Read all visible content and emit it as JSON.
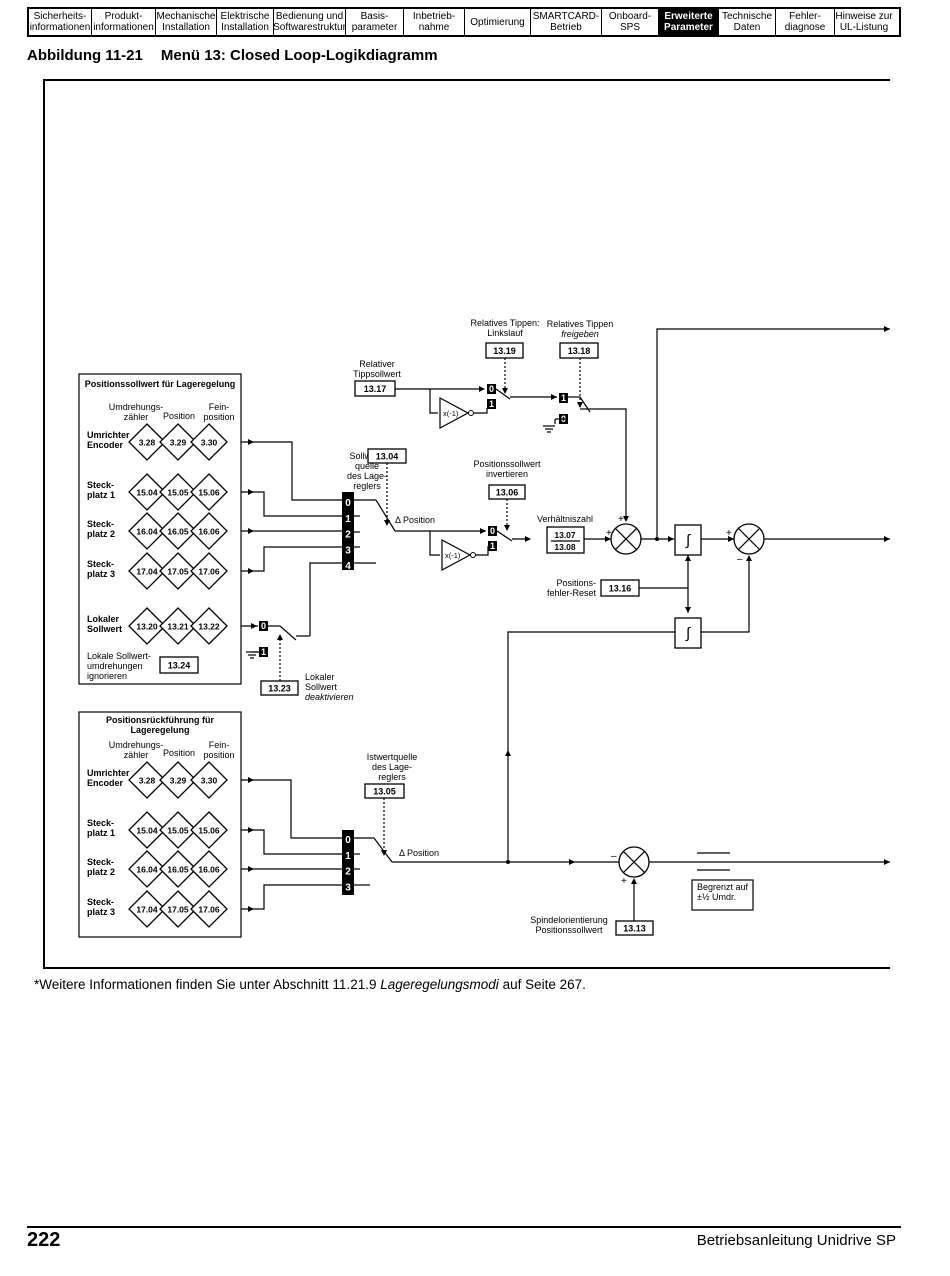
{
  "tabs": [
    {
      "label": "Sicherheits-\ninformationen",
      "active": false
    },
    {
      "label": "Produkt-\ninformationen",
      "active": false
    },
    {
      "label": "Mechanische\nInstallation",
      "active": false
    },
    {
      "label": "Elektrische\nInstallation",
      "active": false
    },
    {
      "label": "Bedienung und\nSoftwarestruktur",
      "active": false
    },
    {
      "label": "Basis-\nparameter",
      "active": false
    },
    {
      "label": "Inbetrieb-\nnahme",
      "active": false
    },
    {
      "label": "Optimierung",
      "active": false
    },
    {
      "label": "SMARTCARD-\nBetrieb",
      "active": false
    },
    {
      "label": "Onboard-\nSPS",
      "active": false
    },
    {
      "label": "Erweiterte\nParameter",
      "active": true
    },
    {
      "label": "Technische\nDaten",
      "active": false
    },
    {
      "label": "Fehler-\ndiagnose",
      "active": false
    },
    {
      "label": "Hinweise zur\nUL-Listung",
      "active": false
    }
  ],
  "figure": {
    "number": "Abbildung 11-21",
    "title": "Menü 13: Closed Loop-Logikdiagramm"
  },
  "diagram": {
    "ref_group": {
      "title": "Positionssollwert für Lageregelung",
      "col_turns": "Umdrehungs-\nzähler",
      "col_position": "Position",
      "col_fine": "Fein-\nposition",
      "rows": [
        {
          "label": "Umrichter\nEncoder",
          "params": [
            "3.28",
            "3.29",
            "3.30"
          ]
        },
        {
          "label": "Steck-\nplatz 1",
          "params": [
            "15.04",
            "15.05",
            "15.06"
          ]
        },
        {
          "label": "Steck-\nplatz 2",
          "params": [
            "16.04",
            "16.05",
            "16.06"
          ]
        },
        {
          "label": "Steck-\nplatz 3",
          "params": [
            "17.04",
            "17.05",
            "17.06"
          ]
        },
        {
          "label": "Lokaler\nSollwert",
          "params": [
            "13.20",
            "13.21",
            "13.22"
          ]
        }
      ],
      "ignore_label": "Lokale Sollwert-\numdrehungen\nignorieren",
      "ignore_param": "13.24"
    },
    "fb_group": {
      "title": "Positionsrückführung für\nLageregelung",
      "col_turns": "Umdrehungs-\nzähler",
      "col_position": "Position",
      "col_fine": "Fein-\nposition",
      "rows": [
        {
          "label": "Umrichter\nEncoder",
          "params": [
            "3.28",
            "3.29",
            "3.30"
          ]
        },
        {
          "label": "Steck-\nplatz 1",
          "params": [
            "15.04",
            "15.05",
            "15.06"
          ]
        },
        {
          "label": "Steck-\nplatz 2",
          "params": [
            "16.04",
            "16.05",
            "16.06"
          ]
        },
        {
          "label": "Steck-\nplatz 3",
          "params": [
            "17.04",
            "17.05",
            "17.06"
          ]
        }
      ]
    },
    "ref_selector": {
      "label": "Sollwert-\nquelle\ndes Lage-\nreglers",
      "param": "13.04",
      "inputs": [
        "0",
        "1",
        "2",
        "3",
        "4"
      ]
    },
    "fb_selector": {
      "label": "Istwertquelle\ndes Lage-\nreglers",
      "param": "13.05",
      "inputs": [
        "0",
        "1",
        "2",
        "3"
      ]
    },
    "delta_position": "Δ Position",
    "local_ref_disable": {
      "param": "13.23",
      "label": "Lokaler\nSollwert",
      "label_italic": "deaktivieren"
    },
    "jog_ref": {
      "label": "Relativer\nTippsollwert",
      "param": "13.17"
    },
    "jog_reverse": {
      "label": "Relatives Tippen:\nLinkslauf",
      "param": "13.19"
    },
    "jog_enable": {
      "label": "Relatives Tippen",
      "label_italic": "freigeben",
      "param": "13.18"
    },
    "invert": {
      "label": "Positionssollwert\ninvertieren",
      "param": "13.06"
    },
    "ratio": {
      "label": "Verhältniszahl",
      "params": [
        "13.07",
        "13.08"
      ]
    },
    "reset": {
      "label": "Positions-\nfehler-Reset",
      "param": "13.16"
    },
    "spindle": {
      "label": "Spindelorientierung\nPositionssollwert",
      "param": "13.13"
    },
    "limit_box": "Begrenzt auf\n±½ Umdr.",
    "negate": "x(-1)",
    "switch_zero": "0",
    "switch_one": "1",
    "sign_plus": "+",
    "sign_minus": "–",
    "integrator": "∫"
  },
  "footnote": {
    "prefix": "*Weitere Informationen finden Sie unter Abschnitt 11.21.9 ",
    "italic": "Lageregelungsmodi",
    "suffix": " auf Seite 267."
  },
  "footer": {
    "page": "222",
    "manual": "Betriebsanleitung Unidrive SP"
  }
}
